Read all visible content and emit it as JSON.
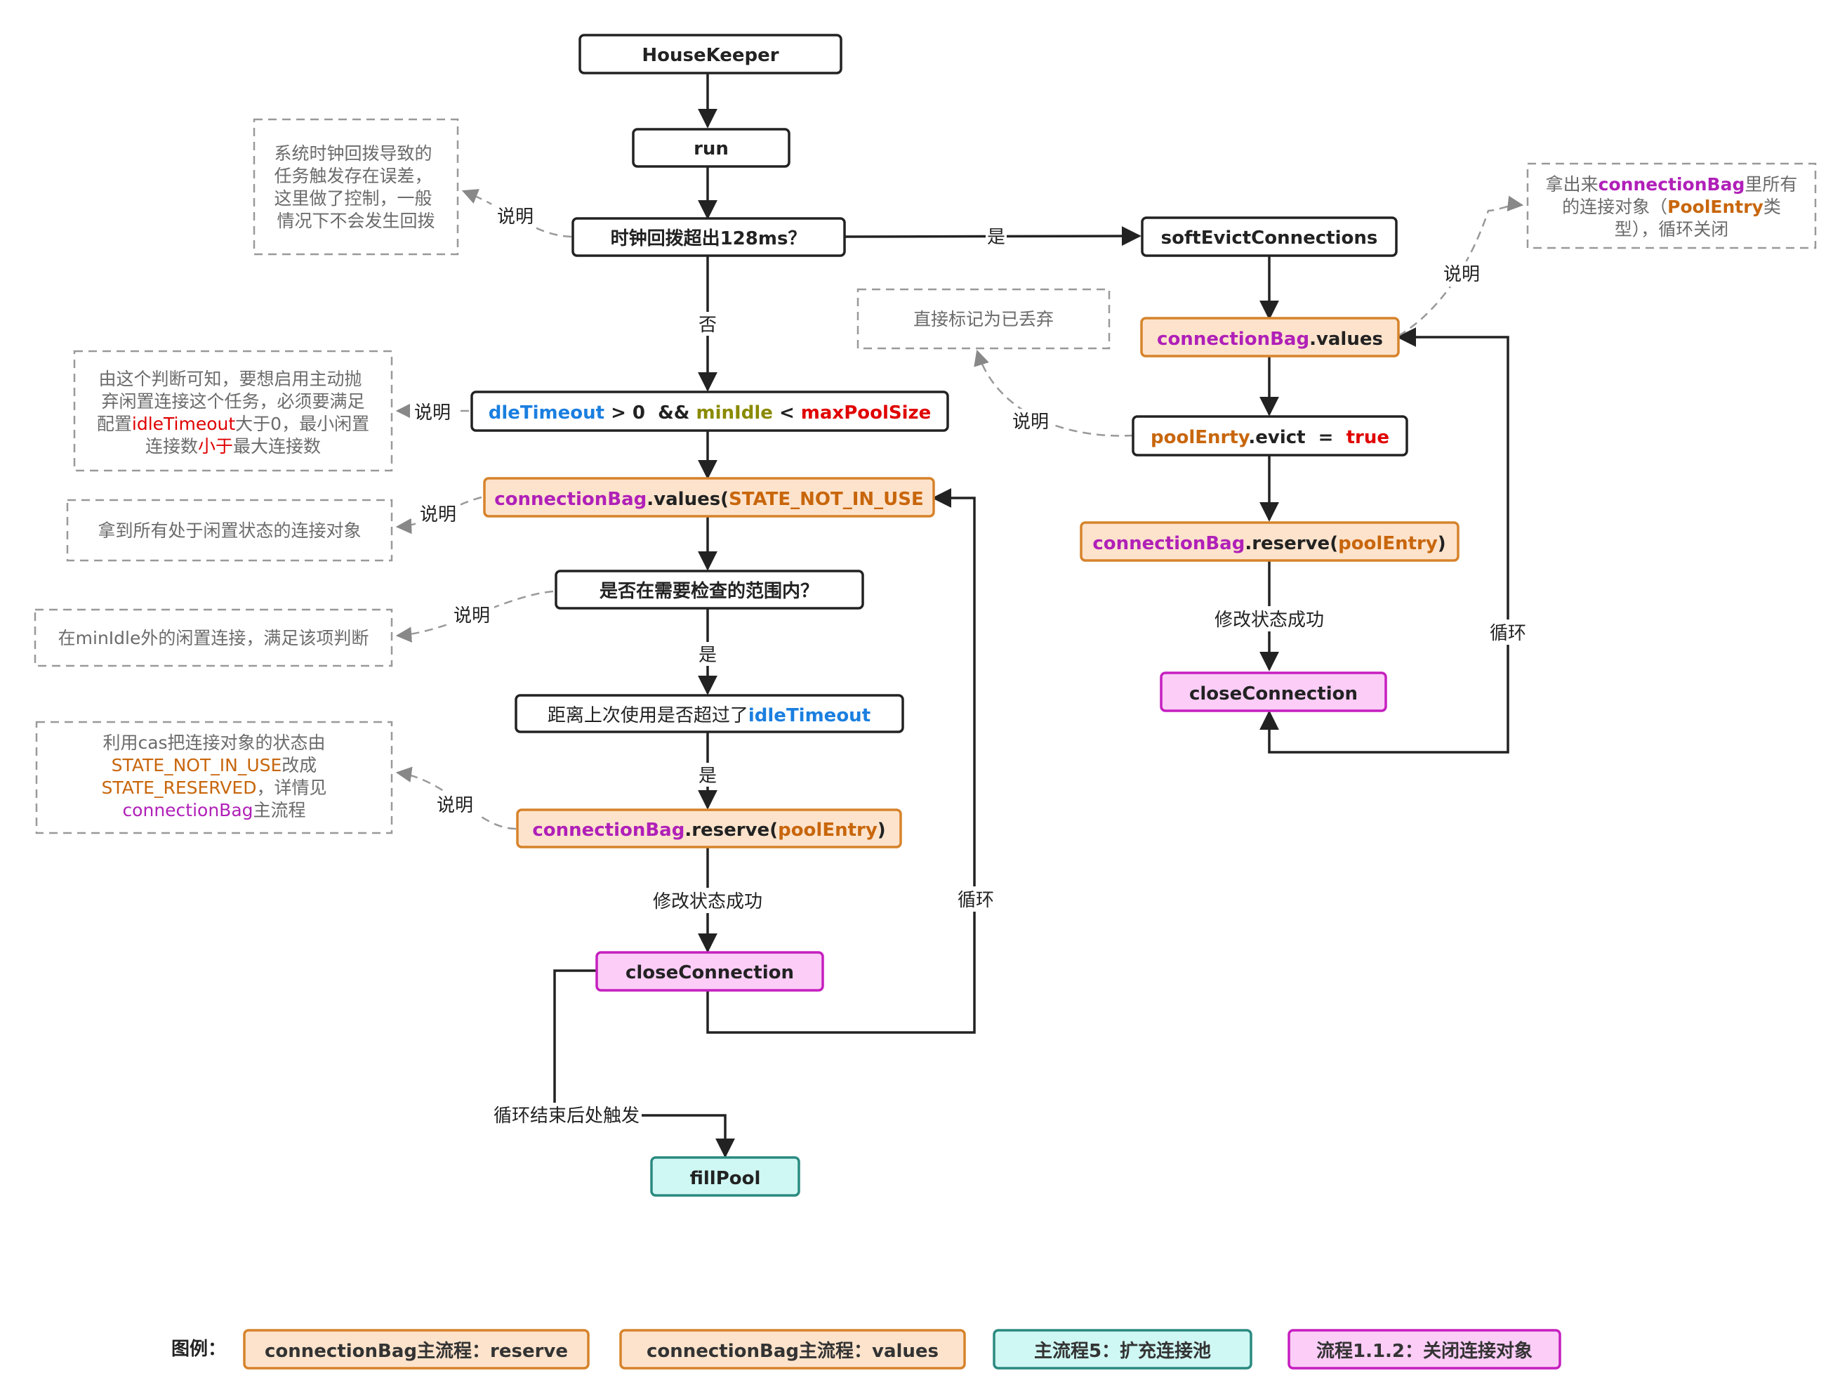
{
  "colors": {
    "default_fill": "#ffffff",
    "default_stroke": "#222222",
    "orange_fill": "#fde3cc",
    "orange_stroke": "#d6832b",
    "pink_fill": "#fbcdf7",
    "pink_stroke": "#c51fbf",
    "cyan_fill": "#cff7f3",
    "cyan_stroke": "#2a8a80",
    "blue": "#1b7fe0",
    "purple": "#b020b8",
    "orange": "#c8660c",
    "olive": "#8a8a00",
    "red": "#e00000",
    "note": "#6b6b6b"
  },
  "nodes": {
    "housekeeper": "HouseKeeper",
    "run": "run",
    "clock_check": "时钟回拨超出128ms？",
    "cond": {
      "p1": "dleTimeout",
      "p2": " > 0  && ",
      "p3": "minIdle",
      "p4": " < ",
      "p5": "maxPoolSize"
    },
    "values_not_in_use": {
      "p1": "connectionBag",
      "p2": ".values(",
      "p3": "STATE_NOT_IN_USE"
    },
    "in_range": "是否在需要检查的范围内？",
    "idle_check": {
      "p1": "距离上次使用是否超过了",
      "p2": "idleTimeout"
    },
    "reserve_left": {
      "p1": "connectionBag",
      "p2": ".reserve(",
      "p3": "poolEntry",
      "p4": ")"
    },
    "close_left": "closeConnection",
    "fillpool": "fillPool",
    "soft_evict": "softEvictConnections",
    "values_right": {
      "p1": "connectionBag",
      "p2": ".values"
    },
    "evict": {
      "p1": "poolEnrty",
      "p2": ".evict  =  ",
      "p3": "true"
    },
    "reserve_right": {
      "p1": "connectionBag",
      "p2": ".reserve(",
      "p3": "poolEntry",
      "p4": ")"
    },
    "close_right": "closeConnection"
  },
  "notes": {
    "clock": [
      "系统时钟回拨导致的",
      "任务触发存在误差，",
      "这里做了控制，一般",
      "情况下不会发生回拨"
    ],
    "enable": {
      "l1": "由这个判断可知，要想启用主动抛",
      "l2": "弃闲置连接这个任务，必须要满足",
      "l3a": "配置",
      "l3b": "idleTimeout",
      "l3c": "大于0，最小闲置",
      "l4a": "连接数",
      "l4b": "小于",
      "l4c": "最大连接数"
    },
    "get_all": "拿到所有处于闲置状态的连接对象",
    "outside": "在minIdle外的闲置连接，满足该项判断",
    "cas": {
      "l1": "利用cas把连接对象的状态由",
      "l2a": "STATE_NOT_IN_USE",
      "l2b": "改成",
      "l3a": "STATE_RESERVED",
      "l3b": "，详情见",
      "l4a": "connectionBag",
      "l4b": "主流程"
    },
    "mark": "直接标记为已丢弃",
    "fetch": {
      "l1a": "拿出来",
      "l1b": "connectionBag",
      "l1c": "里所有",
      "l2a": "的连接对象（",
      "l2b": "PoolEntry",
      "l2c": "类",
      "l3": "型），循环关闭"
    }
  },
  "labels": {
    "yes": "是",
    "no": "否",
    "explain": "说明",
    "modify_success": "修改状态成功",
    "loop": "循环",
    "loop_end": "循环结束后处触发"
  },
  "legend": {
    "title": "图例：",
    "items": [
      {
        "label": "connectionBag主流程：reserve",
        "style": "orange"
      },
      {
        "label": "connectionBag主流程：values",
        "style": "orange"
      },
      {
        "label": "主流程5：扩充连接池",
        "style": "cyan"
      },
      {
        "label": "流程1.1.2：关闭连接对象",
        "style": "pink"
      }
    ]
  }
}
